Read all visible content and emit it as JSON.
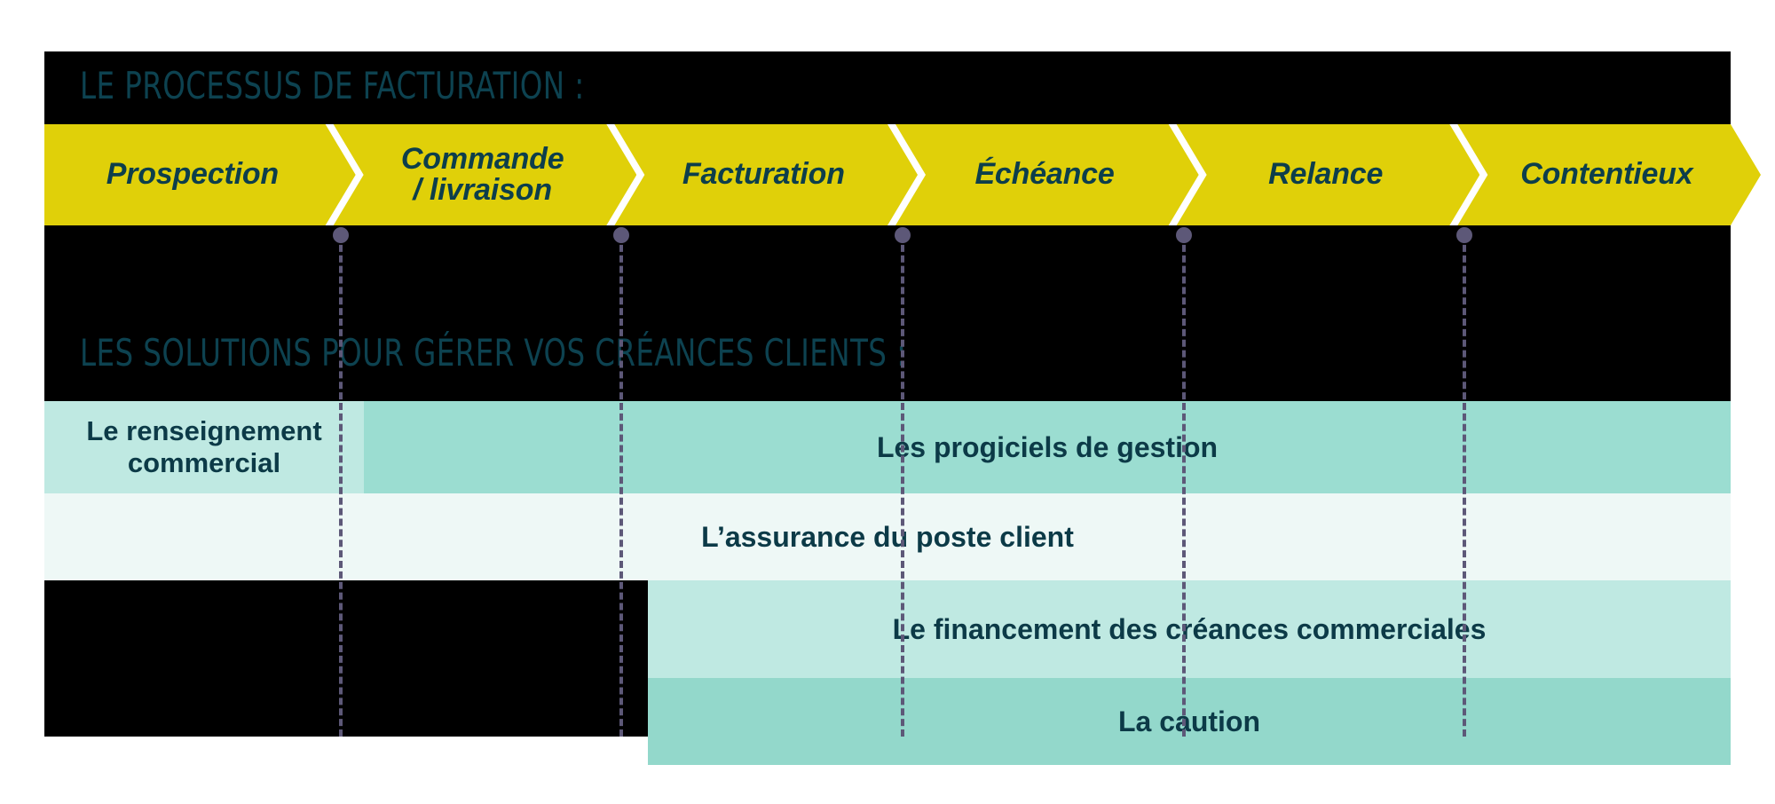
{
  "headings": {
    "process": "LE PROCESSUS DE FACTURATION :",
    "solutions": "LES SOLUTIONS POUR GÉRER VOS CRÉANCES CLIENTS :"
  },
  "colors": {
    "chevron_yellow": "#e0d009",
    "text_teal": "#0d3e4b",
    "heading_teal": "#0d4250",
    "timeline_purple": "#5d5878",
    "row_teal_mid": "#9bddd1",
    "row_teal_light": "#bfe9e2",
    "row_mint_pale": "#eef8f6",
    "row_teal_strong": "#93d8cb",
    "panel_black": "#000000"
  },
  "process_steps": [
    {
      "label": "Prospection"
    },
    {
      "label": "Commande\n/ livraison"
    },
    {
      "label": "Facturation"
    },
    {
      "label": "Échéance"
    },
    {
      "label": "Relance"
    },
    {
      "label": "Contentieux"
    }
  ],
  "solution_rows": [
    {
      "label": "Le renseignement\ncommercial"
    },
    {
      "label": "Les progiciels de gestion"
    },
    {
      "label": "L’assurance du poste client"
    },
    {
      "label": "Le financement des créances commerciales"
    },
    {
      "label": "La caution"
    }
  ]
}
